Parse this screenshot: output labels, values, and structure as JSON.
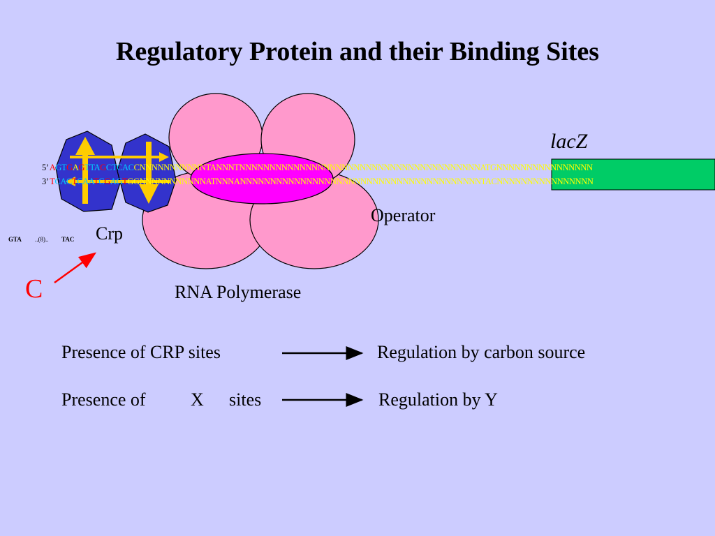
{
  "title": "Regulatory Protein and their Binding Sites",
  "labels": {
    "lacz": "lacZ",
    "operator": "Operator",
    "crp": "Crp",
    "rna_polymerase": "RNA Polymerase",
    "c_letter": "C",
    "gta": "GTA",
    "spacer": "..(8)..",
    "tac": "TAC"
  },
  "sequence": {
    "strand5": [
      {
        "text": "5’ ",
        "color": "pre"
      },
      {
        "text": "A",
        "color": "red"
      },
      {
        "text": "GT",
        "color": "cyan"
      },
      {
        "text": "G",
        "color": "red"
      },
      {
        "text": "A",
        "color": "yel"
      },
      {
        "text": "G",
        "color": "red"
      },
      {
        "text": "TTA",
        "color": "cyan"
      },
      {
        "text": "G",
        "color": "red"
      },
      {
        "text": "CT",
        "color": "cyan"
      },
      {
        "text": "CAC",
        "color": "cyan"
      },
      {
        "text": "CNNNNNNNNNNNTANNNTNNNNNNNNNNNNNNNNNNNNNNNNNNNNNNNNNNNNNNNN",
        "color": "yel"
      },
      {
        "text": "ATGNNNNNNNNNNNNNNNN",
        "color": "yel"
      }
    ],
    "strand3": [
      {
        "text": "3’ ",
        "color": "pre"
      },
      {
        "text": "T",
        "color": "red"
      },
      {
        "text": "CAC",
        "color": "cyan"
      },
      {
        "text": "T",
        "color": "red"
      },
      {
        "text": "CAA",
        "color": "cyan"
      },
      {
        "text": "T",
        "color": "red"
      },
      {
        "text": "C",
        "color": "cyan"
      },
      {
        "text": "G",
        "color": "red"
      },
      {
        "text": "AG",
        "color": "cyan"
      },
      {
        "text": "T",
        "color": "red"
      },
      {
        "text": "G",
        "color": "yel"
      },
      {
        "text": "GNNNNNNNNNNNATNNNANNNNNNNNNNNNNNNNNNNNNNNNNNNNNNNNNNNNNNNN",
        "color": "yel"
      },
      {
        "text": "TACNNNNNNNNNNNNNNNN",
        "color": "yel"
      }
    ]
  },
  "statements": [
    {
      "left": "Presence of CRP sites",
      "right": "Regulation by carbon source"
    },
    {
      "left_prefix": "Presence of",
      "variable": "X",
      "left_suffix": "sites",
      "right": "Regulation by Y"
    }
  ],
  "colors": {
    "background": "#ccccff",
    "polymerase": "#ff99cc",
    "repressor": "#ff00ff",
    "crp": "#3333cc",
    "crp_arrow": "#ffcc00",
    "lacz_box": "#00cc66",
    "c_label": "#ff0000"
  }
}
